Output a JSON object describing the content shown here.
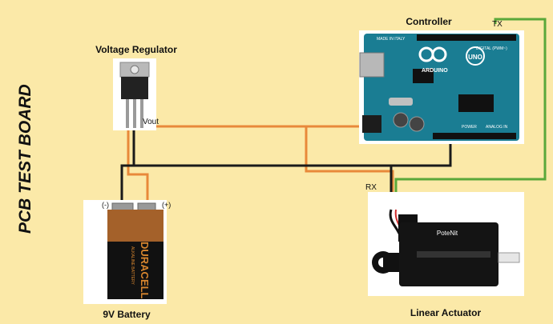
{
  "board_title": "PCB TEST BOARD",
  "components": {
    "regulator": {
      "label": "Voltage Regulator",
      "pin_label": "Vout"
    },
    "controller": {
      "label": "Controller",
      "pin_label": "TX",
      "board_text": {
        "brand": "ARDUINO",
        "model": "UNO",
        "made_in": "MADE IN ITALY",
        "digital": "DIGITAL (PWM~)",
        "power": "POWER",
        "analog": "ANALOG IN"
      }
    },
    "battery": {
      "label": "9V Battery",
      "neg_label": "(-)",
      "pos_label": "(+)",
      "brand": "DURACELL",
      "subtext": "ALKALINE BATTERY"
    },
    "actuator": {
      "label": "Linear Actuator",
      "pin_label": "RX",
      "brand": "PoteNit"
    }
  },
  "colors": {
    "background": "#fbe9a8",
    "wire_power": "#e8893a",
    "wire_ground": "#1a1a1a",
    "wire_signal": "#5aa83a",
    "board": "#1a7d93"
  }
}
